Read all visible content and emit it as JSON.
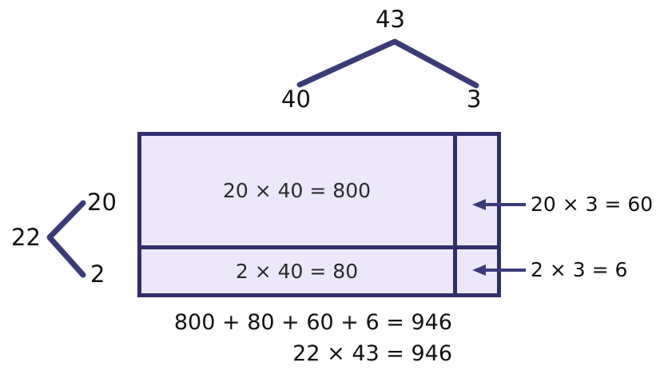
{
  "diagram": {
    "title_number": "43",
    "top_split": {
      "whole": "43",
      "parts": [
        "40",
        "3"
      ]
    },
    "left_split": {
      "whole": "22",
      "parts": [
        "20",
        "2"
      ]
    },
    "grid_cells": [
      {
        "id": "top-left",
        "text": "20 × 40 = 800"
      },
      {
        "id": "bottom-left",
        "text": "2 × 40 = 80"
      },
      {
        "id": "top-right",
        "text": ""
      },
      {
        "id": "bottom-right",
        "text": ""
      }
    ],
    "callouts": [
      {
        "id": "top-right-callout",
        "text": "20 × 3 = 60"
      },
      {
        "id": "bottom-right-callout",
        "text": "2 × 3 = 6"
      }
    ],
    "sum_lines": [
      "800 + 80 + 60 + 6 = 946",
      "22 × 43 = 946"
    ],
    "colors": {
      "line": "#302F6B",
      "branch": "#3B3B7A",
      "cell_fill": "#EDE7FC",
      "text": "#111111",
      "cell_text": "#2b2b2b",
      "background": "#FFFFFF"
    }
  }
}
